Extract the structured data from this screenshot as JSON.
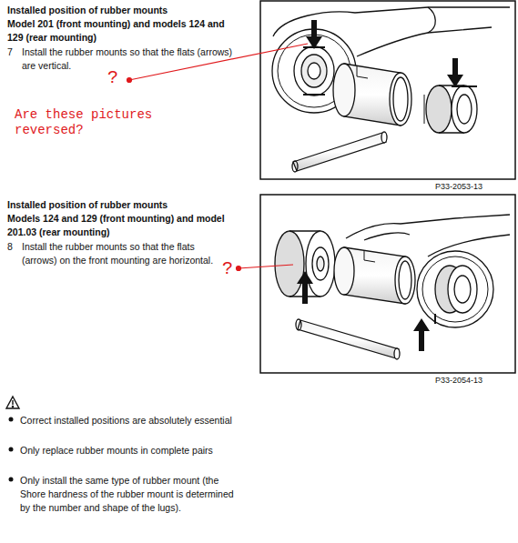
{
  "diagram": {
    "labels": [
      "Installed position of rubber mounts",
      "Model 201 (front mounting) and models 124 and 129 (rear mounting)",
      "7",
      "Install the rubber mounts so that the flats (arrows) are vertical.",
      "?",
      "Are these pictures reversed?",
      "P33-2053-13",
      "Installed position of rubber mounts",
      "Models 124 and 129 (front mounting) and model 201.03 (rear mounting)",
      "8",
      "Install the rubber mounts so that the flats (arrows) on the front mounting are horizontal.",
      "?",
      "P33-2054-13",
      "Correct installed positions are absolutely essential",
      "Only replace rubber mounts in complete pairs",
      "Only install the same type of rubber mount (the Shore hardness of the rubber mount is determined by the number and shape of the lugs)."
    ]
  }
}
